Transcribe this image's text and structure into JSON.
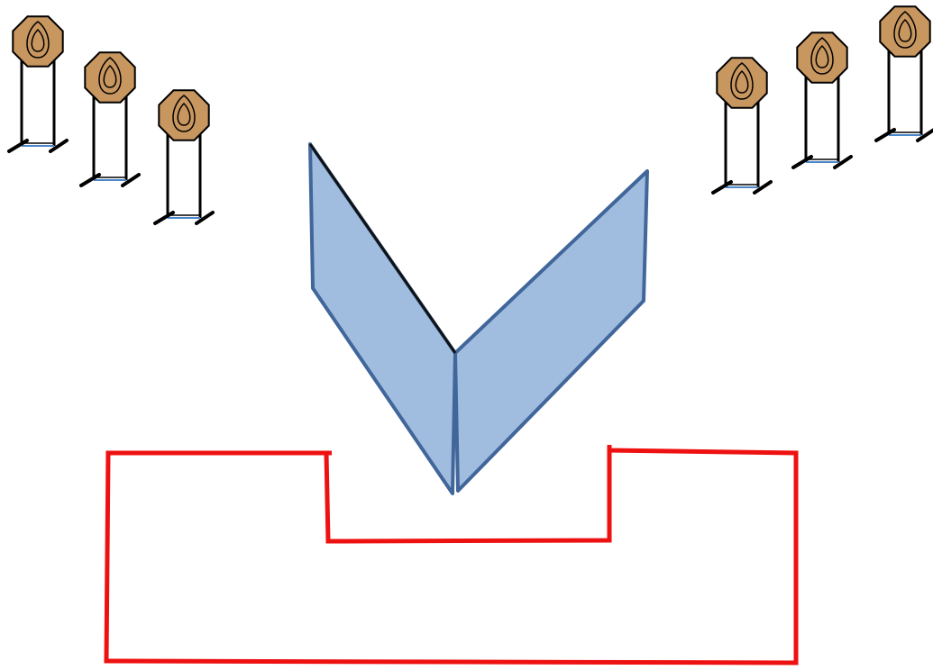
{
  "colors": {
    "background": "#ffffff",
    "target_fill": "#c8965f",
    "target_stroke": "#000000",
    "stand_frame": "#000000",
    "stand_crossbar": "#4a86c8",
    "barricade_fill": "#a0bde0",
    "barricade_stroke": "#41669a",
    "fault_line": "#ee1111"
  },
  "targets": {
    "left_group_count": 3,
    "right_group_count": 3,
    "shape": "octagon-with-rings",
    "icon": "steel-target-icon"
  },
  "barricade": {
    "shape": "v-wall",
    "panel_count": 2
  },
  "shooting_area": {
    "shape": "fault-line-box"
  }
}
